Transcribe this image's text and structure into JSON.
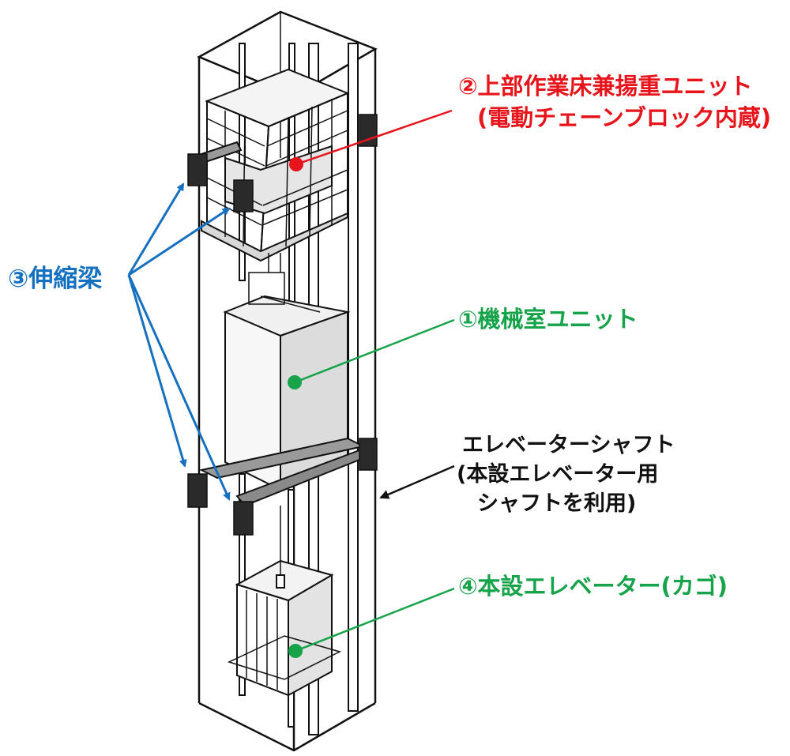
{
  "labels": {
    "upper_unit_line1": "②上部作業床兼揚重ユニット",
    "upper_unit_line2": "(電動チェーンブロック内蔵)",
    "machine_room": "①機械室ユニット",
    "beam": "③伸縮梁",
    "shaft_line1": "エレベーターシャフト",
    "shaft_line2": "(本設エレベーター用",
    "shaft_line3": "シャフトを利用)",
    "car": "④本設エレベーター(カゴ)"
  },
  "colors": {
    "upper_unit": "#e8141c",
    "machine_room": "#16a34a",
    "car": "#16a34a",
    "beam": "#1570c0",
    "shaft": "#111111",
    "structure_fill": "#e6e6e6"
  }
}
